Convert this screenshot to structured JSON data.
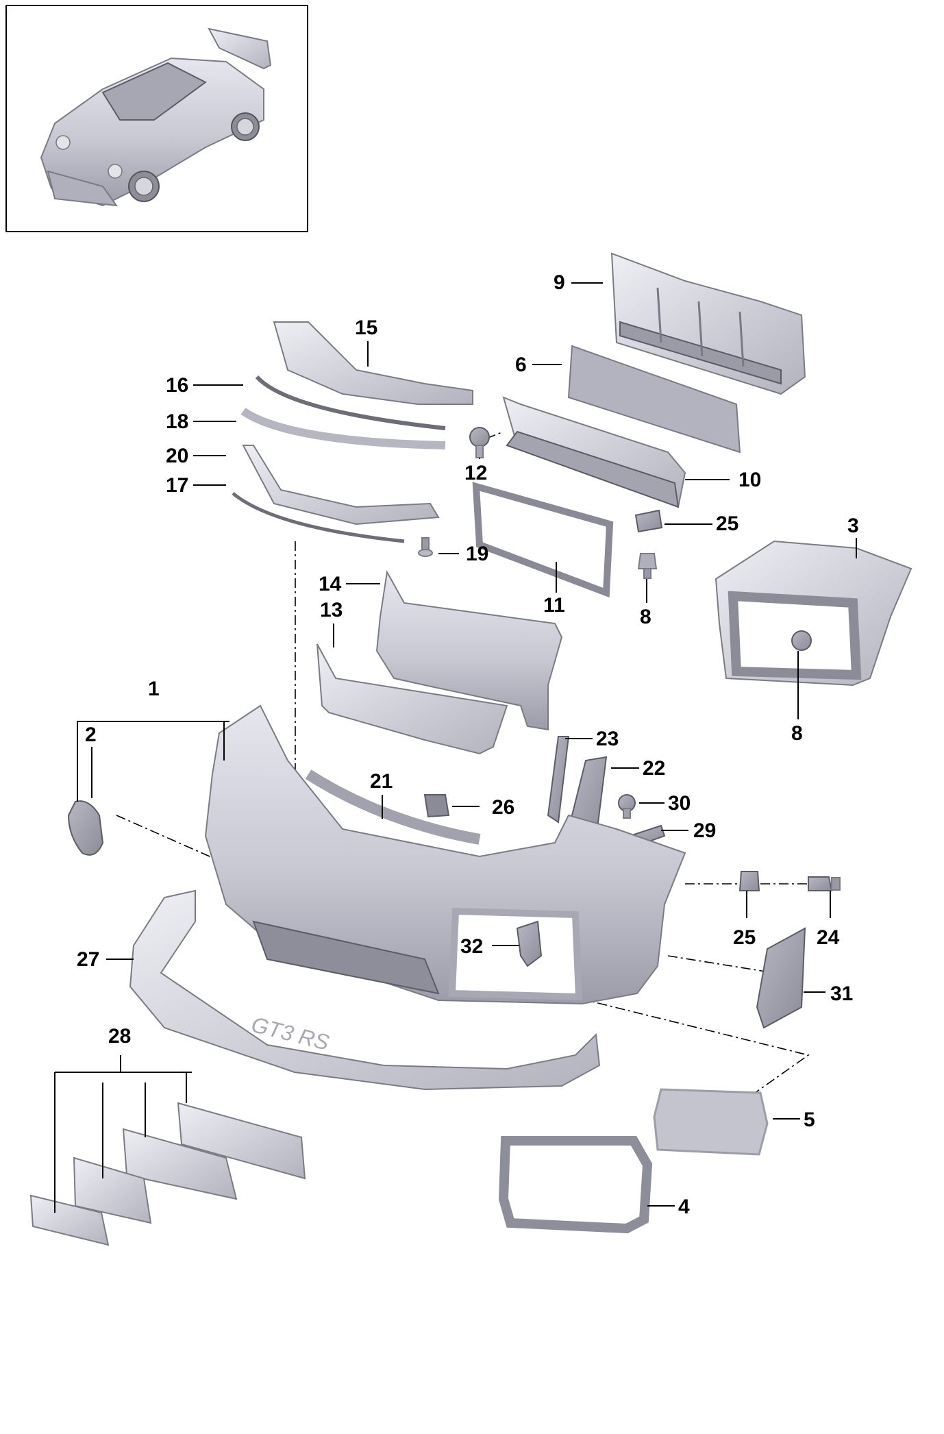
{
  "callouts": {
    "c1": "1",
    "c2": "2",
    "c3": "3",
    "c4": "4",
    "c5": "5",
    "c6": "6",
    "c8a": "8",
    "c8b": "8",
    "c9": "9",
    "c10": "10",
    "c11": "11",
    "c12": "12",
    "c13": "13",
    "c14": "14",
    "c15": "15",
    "c16": "16",
    "c17": "17",
    "c18": "18",
    "c19": "19",
    "c20": "20",
    "c21": "21",
    "c22": "22",
    "c23": "23",
    "c24": "24",
    "c25a": "25",
    "c25b": "25",
    "c26": "26",
    "c27": "27",
    "c28": "28",
    "c29": "29",
    "c30": "30",
    "c31": "31",
    "c32": "32"
  },
  "bumper_lettering": "GT3 RS",
  "colors": {
    "part_fill": "#c9c9d3",
    "part_shadow": "#9a9aa6",
    "ink": "#000000",
    "background": "#ffffff"
  }
}
